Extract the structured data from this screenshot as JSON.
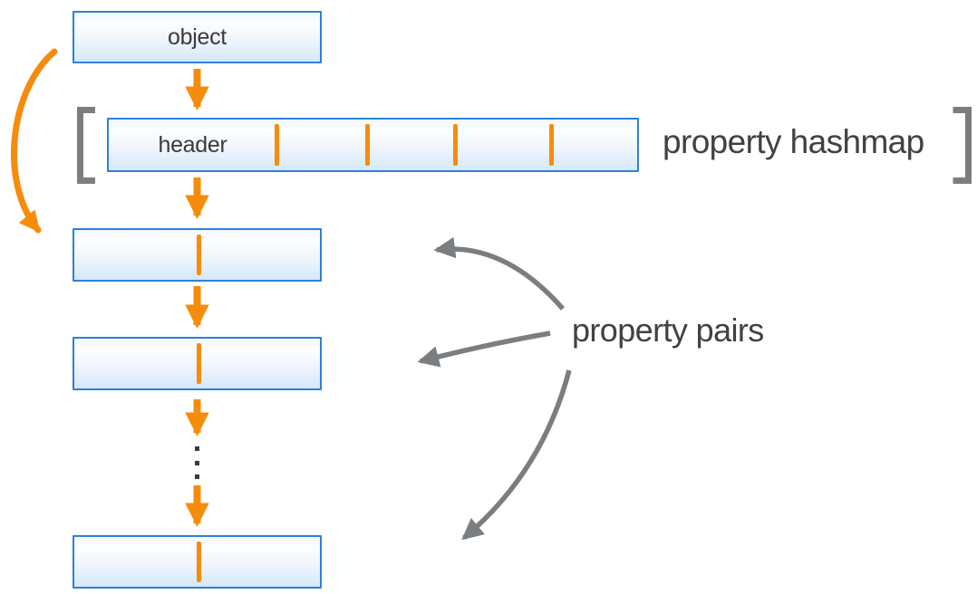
{
  "colors": {
    "orange": "#F78C0C",
    "box_border_blue": "#2E80D9",
    "box_fill_blue": "#D5E8FA",
    "connector_gray": "#7B7E81",
    "text_dark": "#414042",
    "label_dark": "#3A3A3A"
  },
  "diagram": {
    "object_label": "object",
    "header_label": "header",
    "hashmap_caption": "property hashmap",
    "pairs_caption": "property pairs"
  },
  "icons": {
    "flow_arrow_down": "thick orange down arrow",
    "object_to_pair_curve": "orange curved arrow bypassing hashmap",
    "pairs_pointer_arrow": "gray curved pointer arrow",
    "bracket": "gray square bracket",
    "vertical_ellipsis": "three stacked dots"
  }
}
